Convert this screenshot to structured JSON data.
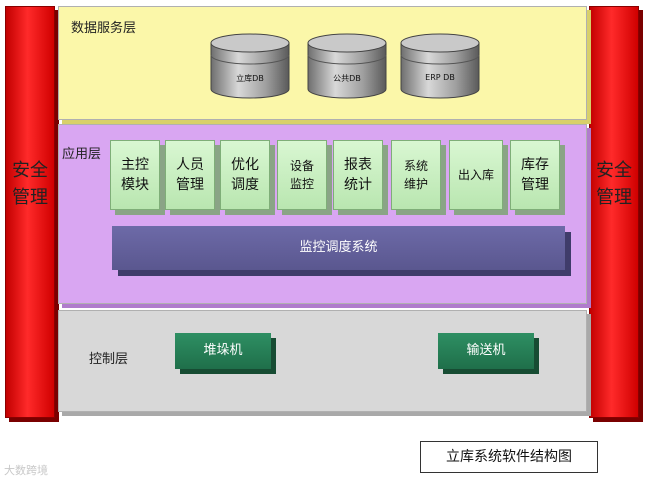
{
  "security": {
    "left_label": "安全\n管理",
    "right_label": "安全\n管理"
  },
  "data_layer": {
    "title": "数据服务层",
    "databases": [
      "立库DB",
      "公共DB",
      "ERP DB"
    ]
  },
  "app_layer": {
    "title": "应用层",
    "modules": [
      "主控\n模块",
      "人员\n管理",
      "优化\n调度",
      "设备\n监控",
      "报表\n统计",
      "系统\n维护",
      "出入库",
      "库存\n管理"
    ],
    "monitor_system": "监控调度系统"
  },
  "control_layer": {
    "title": "控制层",
    "devices": [
      "堆垛机",
      "输送机"
    ]
  },
  "caption": "立库系统软件结构图",
  "watermark": "大数跨境"
}
